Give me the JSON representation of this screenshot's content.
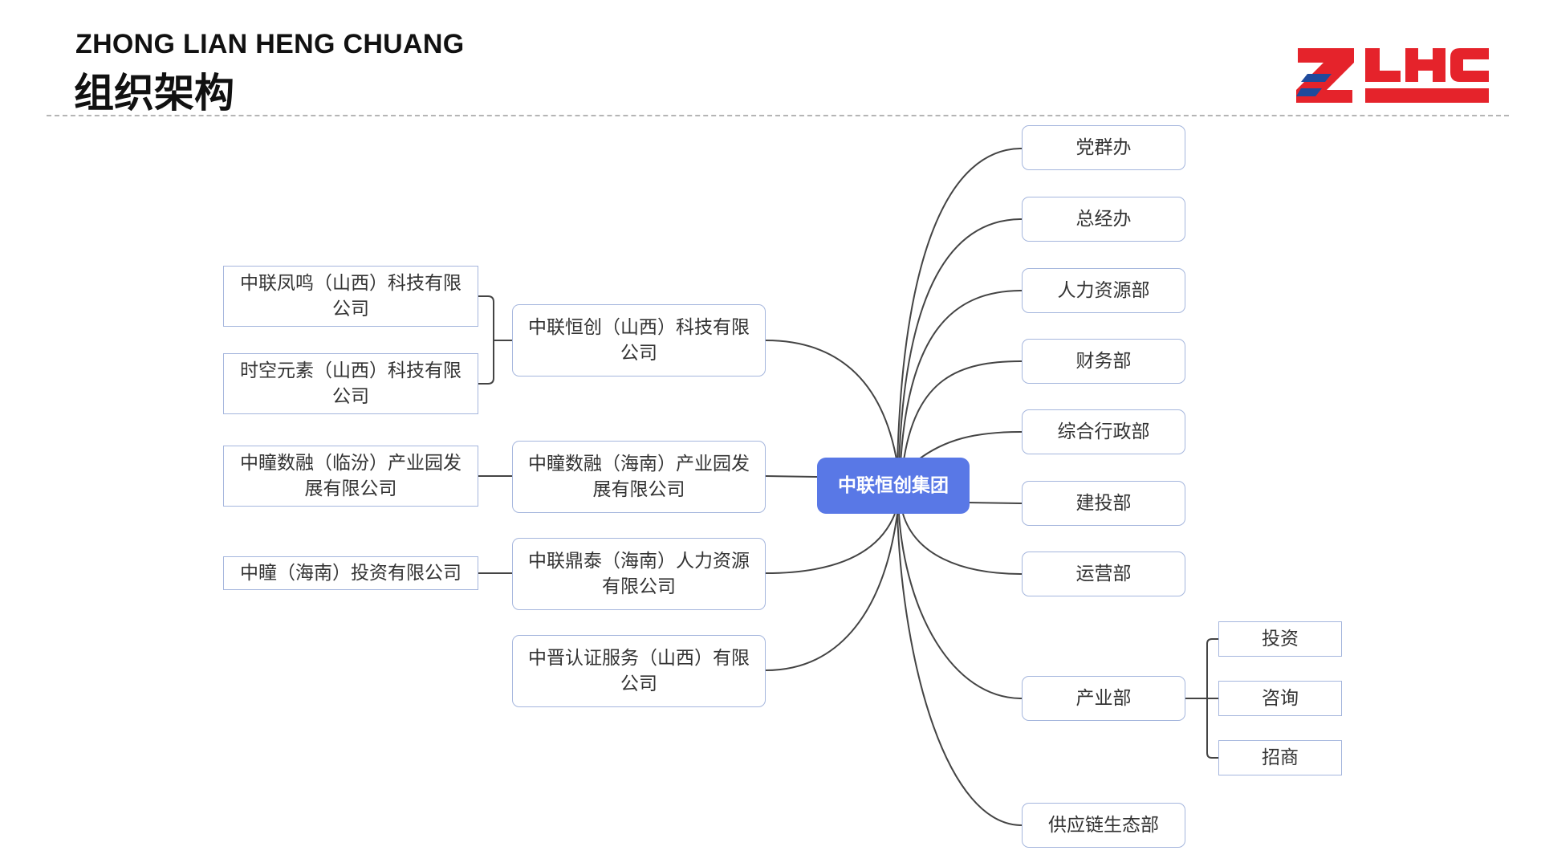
{
  "header": {
    "title_en": "ZHONG LIAN HENG CHUANG",
    "title_zh": "组织架构",
    "logo_text": "ZLHC",
    "logo_colors": {
      "red": "#e5232b",
      "blue": "#1f4a9c"
    }
  },
  "colors": {
    "root_fill": "#5978e6",
    "node_border": "#a5b6dd",
    "connector": "#444444"
  },
  "org_chart": {
    "root": "中联恒创集团",
    "departments": [
      "党群办",
      "总经办",
      "人力资源部",
      "财务部",
      "综合行政部",
      "建投部",
      "运营部",
      "产业部",
      "供应链生态部"
    ],
    "industry_sub": [
      "投资",
      "咨询",
      "招商"
    ],
    "subsidiaries": [
      "中联恒创（山西）科技有限公司",
      "中瞳数融（海南）产业园发展有限公司",
      "中联鼎泰（海南）人力资源有限公司",
      "中晋认证服务（山西）有限公司"
    ],
    "sub_subsidiaries": [
      "中联凤鸣（山西）科技有限公司",
      "时空元素（山西）科技有限公司",
      "中瞳数融（临汾）产业园发展有限公司",
      "中瞳（海南）投资有限公司"
    ]
  }
}
